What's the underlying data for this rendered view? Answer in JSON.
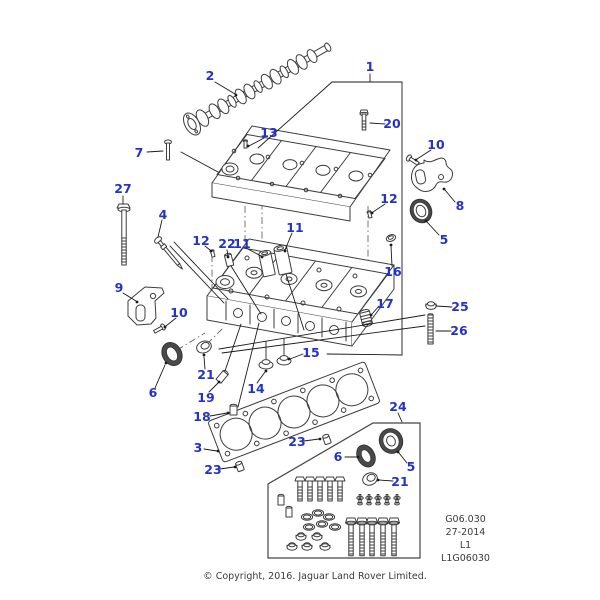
{
  "colors": {
    "background": "#ffffff",
    "callout_blue": "#2233cc",
    "line_art_gray": "#3d3d3d",
    "text_gray": "#3a3a3a"
  },
  "callouts": [
    {
      "text": "1"
    },
    {
      "text": "2"
    },
    {
      "text": "7"
    },
    {
      "text": "13"
    },
    {
      "text": "20"
    },
    {
      "text": "10"
    },
    {
      "text": "8"
    },
    {
      "text": "5"
    },
    {
      "text": "12"
    },
    {
      "text": "16"
    },
    {
      "text": "27"
    },
    {
      "text": "4"
    },
    {
      "text": "12"
    },
    {
      "text": "22"
    },
    {
      "text": "11"
    },
    {
      "text": "11"
    },
    {
      "text": "9"
    },
    {
      "text": "10"
    },
    {
      "text": "17"
    },
    {
      "text": "25"
    },
    {
      "text": "26"
    },
    {
      "text": "6"
    },
    {
      "text": "21"
    },
    {
      "text": "19"
    },
    {
      "text": "18"
    },
    {
      "text": "15"
    },
    {
      "text": "14"
    },
    {
      "text": "3"
    },
    {
      "text": "23"
    },
    {
      "text": "23"
    },
    {
      "text": "24"
    },
    {
      "text": "6"
    },
    {
      "text": "5"
    },
    {
      "text": "21"
    }
  ],
  "reference_block": {
    "lines": [
      "G06.030",
      "27-2014",
      "L1",
      "L1G06030"
    ]
  },
  "footer": {
    "copyright": "© Copyright, 2016. Jaguar Land Rover Limited."
  }
}
